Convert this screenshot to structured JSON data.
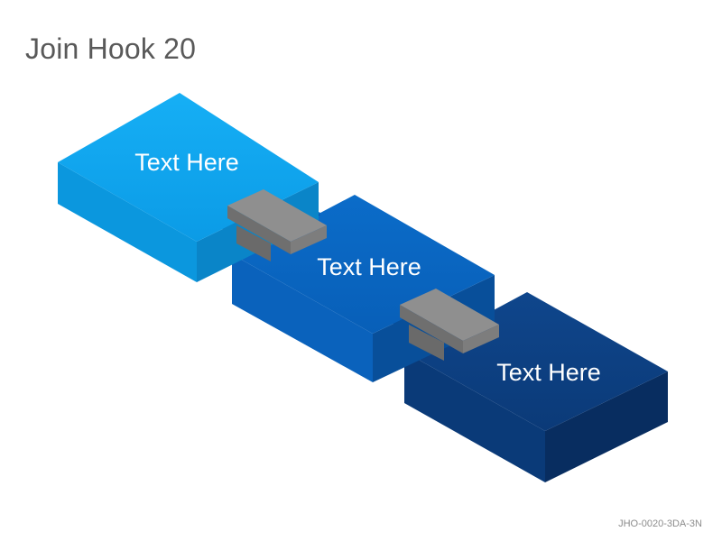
{
  "title": "Join Hook 20",
  "footer_code": "JHO-0020-3DA-3N",
  "blocks": [
    {
      "label": "Text Here",
      "top_color": "#0ea5f0",
      "side_color": "#0b95dc",
      "front_color": "#0a89cc"
    },
    {
      "label": "Text Here",
      "top_color": "#0a66c4",
      "side_color": "#0a5cb4",
      "front_color": "#0854a6"
    },
    {
      "label": "Text Here",
      "top_color": "#0d3f82",
      "side_color": "#0b366f",
      "front_color": "#0a3066"
    }
  ],
  "connector_color": "#8c8c8c"
}
